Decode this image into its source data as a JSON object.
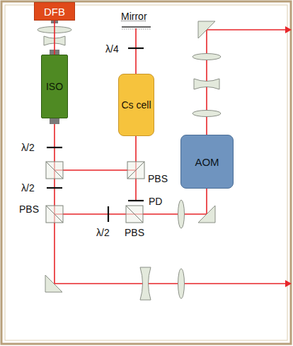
{
  "diagram": {
    "nodes": [
      {
        "text": [
          "DFB"
        ]
      },
      {
        "text": [
          "ISO"
        ]
      },
      {
        "text": [
          "Cs cell"
        ]
      },
      {
        "text": [
          "AOM"
        ]
      }
    ],
    "edges": [
      {
        "from": 0,
        "to": 1,
        "arrow": "none"
      }
    ],
    "labels": [
      "Mirror",
      "λ/4",
      "λ/2",
      "PBS",
      "PD",
      "λ/2",
      "PBS",
      "λ/2",
      "PBS"
    ]
  }
}
